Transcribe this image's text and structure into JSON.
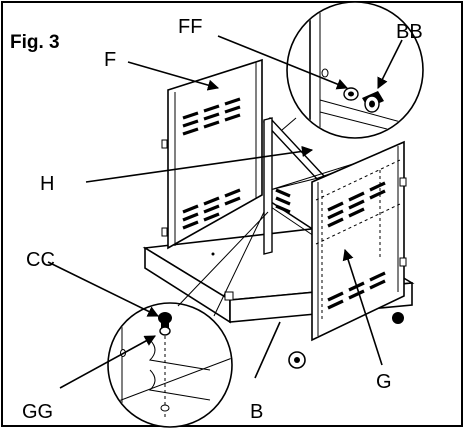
{
  "figure_label": "Fig. 3",
  "callouts": {
    "F": "F",
    "FF": "FF",
    "BB": "BB",
    "H": "H",
    "CC": "CC",
    "GG": "GG",
    "B": "B",
    "G": "G"
  }
}
